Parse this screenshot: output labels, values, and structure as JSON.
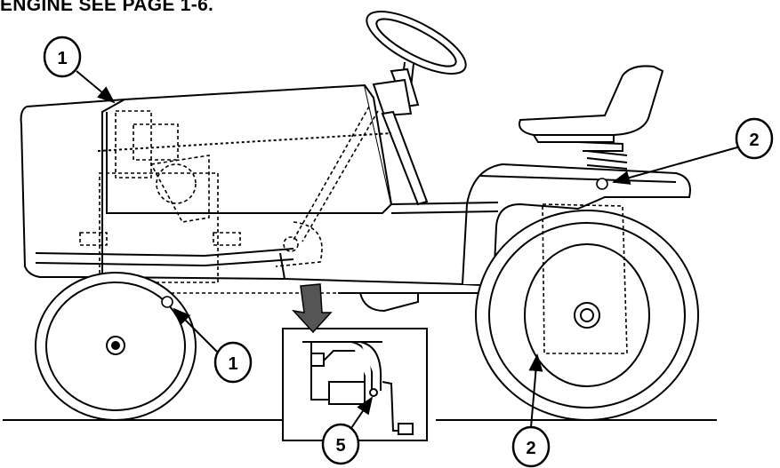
{
  "header": {
    "text": "ENGINE SEE PAGE 1-6."
  },
  "callouts": [
    {
      "id": "callout-1-top",
      "label": "1"
    },
    {
      "id": "callout-1-bottom",
      "label": "1"
    },
    {
      "id": "callout-2-right",
      "label": "2"
    },
    {
      "id": "callout-2-bottom",
      "label": "2"
    },
    {
      "id": "callout-5",
      "label": "5"
    }
  ]
}
